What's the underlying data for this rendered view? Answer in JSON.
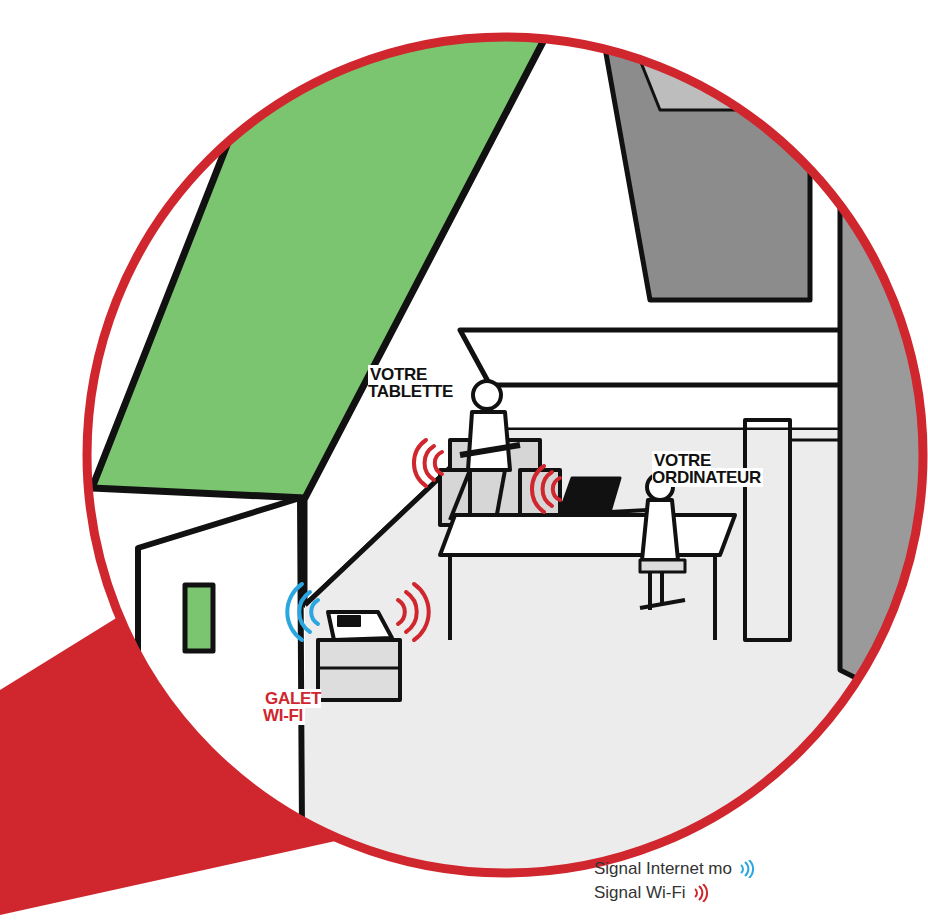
{
  "diagram": {
    "labels": [
      "VOTRE TABLETTE",
      "VOTRE ORDINATEUR",
      "GALET WI-FI"
    ],
    "legend": [
      {
        "text": "Signal Internet mo"
      },
      {
        "text": "Signal Wi-Fi"
      }
    ]
  }
}
